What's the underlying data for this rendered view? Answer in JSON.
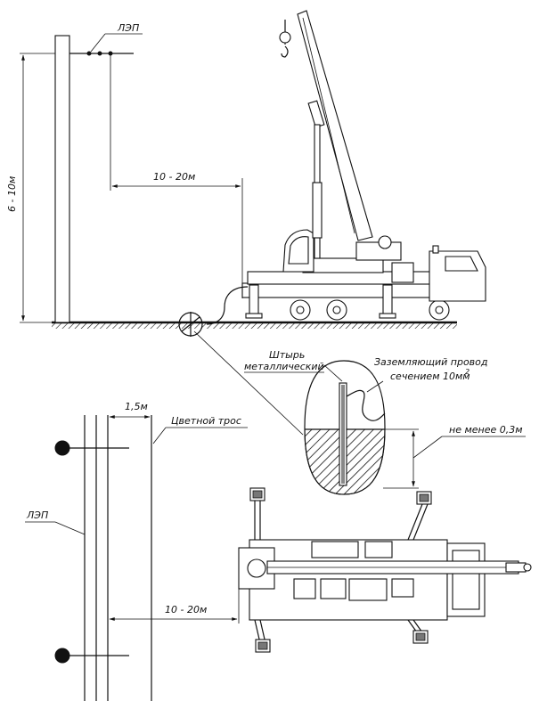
{
  "labels": {
    "power_line_top": "ЛЭП",
    "height": "6 - 10м",
    "distance_side": "10 - 20м",
    "rod": "Штырь металлический",
    "rod_line1": "Штырь",
    "rod_line2": "металлический",
    "ground_wire_line1": "Заземляющий провод",
    "ground_wire_line2": "сечением 10мм",
    "ground_wire_sup": "2",
    "depth": "не менее 0,3м",
    "spacing": "1,5м",
    "colored_rope": "Цветной трос",
    "power_line_plan": "ЛЭП",
    "distance_plan": "10 - 20м"
  }
}
